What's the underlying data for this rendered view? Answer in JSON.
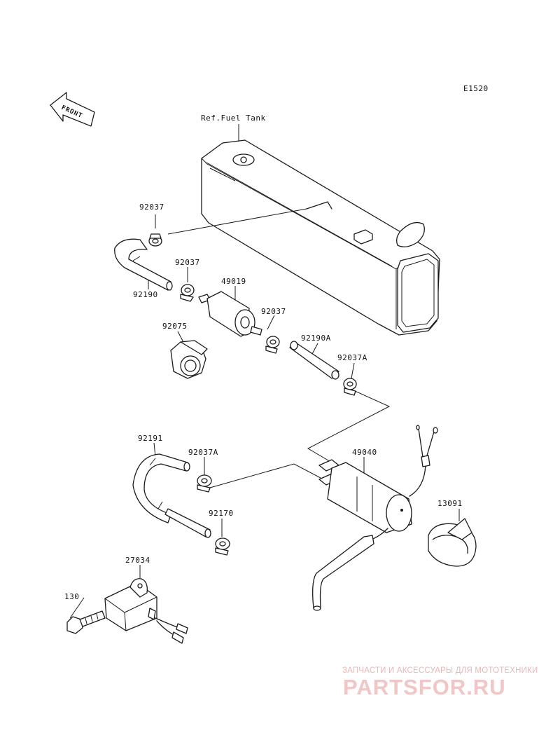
{
  "diagram_code": "E1520",
  "front_label": "FRONT",
  "ref_label": "Ref.Fuel Tank",
  "parts": {
    "clamp_top": "92037",
    "clamp_second": "92037",
    "hose_short": "92190",
    "filter": "49019",
    "clamp_filter_out": "92037",
    "holder": "92075",
    "hose_a": "92190A",
    "clamp_a_upper": "92037A",
    "hose_bent": "92191",
    "clamp_a_lower": "92037A",
    "pump": "49040",
    "hose_long": "92170",
    "band": "13091",
    "relay": "27034",
    "bolt": "130"
  },
  "watermark": {
    "caption": "ЗАПЧАСТИ И АКСЕССУАРЫ ДЛЯ МОТОТЕХНИКИ",
    "brand": "PARTSFOR.RU"
  }
}
